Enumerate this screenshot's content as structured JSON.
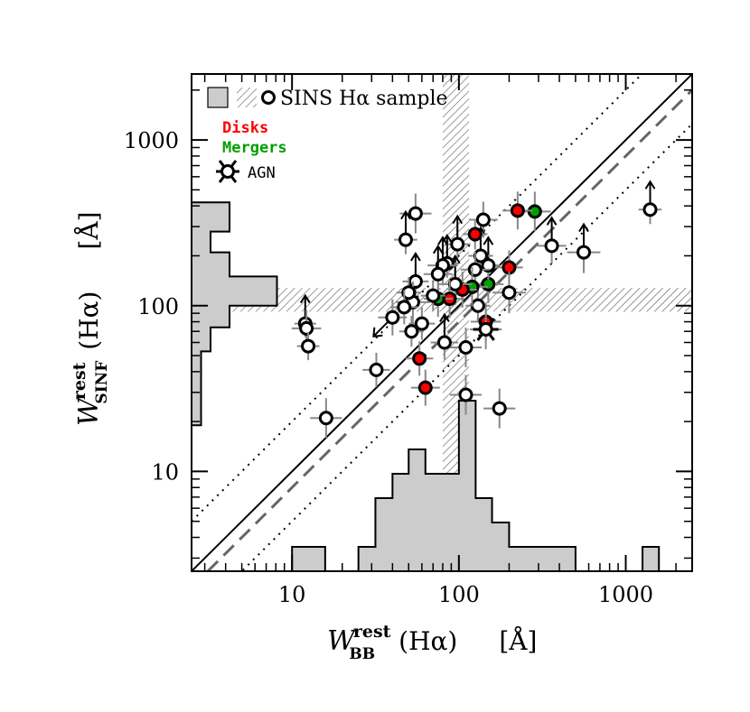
{
  "chart_data": {
    "type": "scatter",
    "xlabel": "W BB rest (Hα) [Å]",
    "ylabel": "W SINF rest (Hα) [Å]",
    "axis_texts": {
      "x_main": "W",
      "x_sup": "rest",
      "x_sub": "BB",
      "x_quant": "(Hα)",
      "x_unit": "[Å]",
      "y_main": "W",
      "y_sup": "rest",
      "y_sub": "SINF",
      "y_quant": "(Hα)",
      "y_unit": "[Å]"
    },
    "xscale": "log",
    "yscale": "log",
    "xlim": [
      2.5,
      2500
    ],
    "ylim": [
      2.5,
      2500
    ],
    "xticks": [
      10,
      100,
      1000
    ],
    "xtick_labels": [
      "10",
      "100",
      "1000"
    ],
    "yticks": [
      10,
      100,
      1000
    ],
    "ytick_labels": [
      "10",
      "100",
      "1000"
    ],
    "legend": {
      "placement": "top-left",
      "sample_label": "SINS Hα sample",
      "disks_label": "Disks",
      "mergers_label": "Mergers",
      "agn_label": "AGN"
    },
    "colors": {
      "disk": "#ff0000",
      "merger": "#00a000",
      "histogram": "#cccccc",
      "errorbar": "#888888",
      "dashed_line": "#666666"
    },
    "lines": [
      {
        "style": "solid",
        "relation": "y = x"
      },
      {
        "style": "dashed",
        "relation": "y = 0.8x"
      },
      {
        "style": "dotted",
        "relation": "y = 2x"
      },
      {
        "style": "dotted",
        "relation": "y = 0.5x"
      }
    ],
    "shaded_bands": {
      "x_range": [
        80,
        115
      ],
      "y_range": [
        92,
        128
      ]
    },
    "hist_x": {
      "bin_edges": [
        10,
        12.6,
        15.8,
        20,
        25,
        31.6,
        40,
        50,
        63,
        79,
        100,
        126,
        158,
        200,
        250,
        316,
        400,
        500,
        630,
        790,
        1000,
        1260,
        1580
      ],
      "counts": [
        1,
        1,
        0,
        0,
        1,
        3,
        4,
        5,
        4,
        4,
        7,
        3,
        2,
        1,
        1,
        1,
        1,
        0,
        0,
        0,
        0,
        1
      ]
    },
    "hist_y": {
      "bin_edges": [
        19,
        26,
        37,
        53,
        74,
        100,
        150,
        210,
        280,
        420
      ],
      "counts": [
        1,
        1,
        1,
        2,
        4,
        9,
        4,
        2,
        4
      ]
    },
    "points": [
      {
        "x": 1400,
        "y": 380,
        "type": "open",
        "flag": "lower-y"
      },
      {
        "x": 560,
        "y": 210,
        "type": "open",
        "flag": "lower-y"
      },
      {
        "x": 360,
        "y": 230,
        "type": "open",
        "flag": "lower-y"
      },
      {
        "x": 285,
        "y": 370,
        "type": "merger"
      },
      {
        "x": 225,
        "y": 375,
        "type": "disk"
      },
      {
        "x": 200,
        "y": 170,
        "type": "disk"
      },
      {
        "x": 200,
        "y": 120,
        "type": "open"
      },
      {
        "x": 175,
        "y": 24,
        "type": "open"
      },
      {
        "x": 150,
        "y": 135,
        "type": "merger"
      },
      {
        "x": 150,
        "y": 175,
        "type": "open",
        "flag": "lower-y"
      },
      {
        "x": 145,
        "y": 80,
        "type": "disk"
      },
      {
        "x": 145,
        "y": 72,
        "type": "agn"
      },
      {
        "x": 140,
        "y": 330,
        "type": "open"
      },
      {
        "x": 135,
        "y": 200,
        "type": "open",
        "flag": "lower-y"
      },
      {
        "x": 130,
        "y": 100,
        "type": "open"
      },
      {
        "x": 125,
        "y": 270,
        "type": "disk"
      },
      {
        "x": 125,
        "y": 165,
        "type": "open"
      },
      {
        "x": 120,
        "y": 130,
        "type": "merger"
      },
      {
        "x": 110,
        "y": 56,
        "type": "open"
      },
      {
        "x": 110,
        "y": 29,
        "type": "open"
      },
      {
        "x": 105,
        "y": 125,
        "type": "disk"
      },
      {
        "x": 98,
        "y": 235,
        "type": "open",
        "flag": "lower-y"
      },
      {
        "x": 95,
        "y": 135,
        "type": "open",
        "flag": "lower-y"
      },
      {
        "x": 88,
        "y": 110,
        "type": "disk"
      },
      {
        "x": 85,
        "y": 180,
        "type": "open",
        "flag": "lower-y"
      },
      {
        "x": 82,
        "y": 60,
        "type": "open",
        "flag": "lower-y"
      },
      {
        "x": 80,
        "y": 175,
        "type": "open",
        "flag": "lower-y"
      },
      {
        "x": 75,
        "y": 110,
        "type": "merger"
      },
      {
        "x": 75,
        "y": 155,
        "type": "open",
        "flag": "lower-y"
      },
      {
        "x": 70,
        "y": 115,
        "type": "open"
      },
      {
        "x": 63,
        "y": 32,
        "type": "disk"
      },
      {
        "x": 60,
        "y": 78,
        "type": "open"
      },
      {
        "x": 58,
        "y": 48,
        "type": "disk"
      },
      {
        "x": 55,
        "y": 140,
        "type": "open",
        "flag": "lower-y"
      },
      {
        "x": 55,
        "y": 360,
        "type": "open"
      },
      {
        "x": 53,
        "y": 105,
        "type": "open"
      },
      {
        "x": 52,
        "y": 70,
        "type": "open"
      },
      {
        "x": 50,
        "y": 120,
        "type": "open"
      },
      {
        "x": 48,
        "y": 250,
        "type": "open",
        "flag": "lower-y"
      },
      {
        "x": 47,
        "y": 98,
        "type": "open"
      },
      {
        "x": 40,
        "y": 85,
        "type": "open",
        "flag": "upper-both"
      },
      {
        "x": 32,
        "y": 41,
        "type": "open"
      },
      {
        "x": 16,
        "y": 21,
        "type": "open"
      },
      {
        "x": 12,
        "y": 78,
        "type": "open",
        "flag": "lower-y"
      },
      {
        "x": 12.2,
        "y": 73,
        "type": "open"
      },
      {
        "x": 12.5,
        "y": 57,
        "type": "open"
      }
    ]
  }
}
